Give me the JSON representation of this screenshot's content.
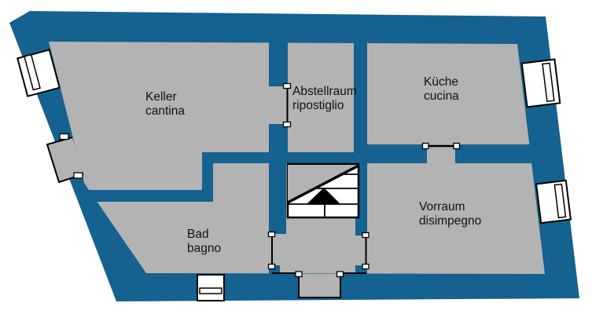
{
  "image_type": "floor-plan",
  "colors": {
    "wall": "#15618F",
    "floor": "#B3B3B3",
    "background": "#FFFFFF",
    "outline": "#000000",
    "label": "#111111"
  },
  "rooms": [
    {
      "id": "keller",
      "line1": "Keller",
      "line2": "cantina"
    },
    {
      "id": "abstellraum",
      "line1": "Abstellraum",
      "line2": "ripostiglio"
    },
    {
      "id": "kueche",
      "line1": "Küche",
      "line2": "cucina"
    },
    {
      "id": "bad",
      "line1": "Bad",
      "line2": "bagno"
    },
    {
      "id": "vorraum",
      "line1": "Vorraum",
      "line2": "disimpegno"
    }
  ]
}
